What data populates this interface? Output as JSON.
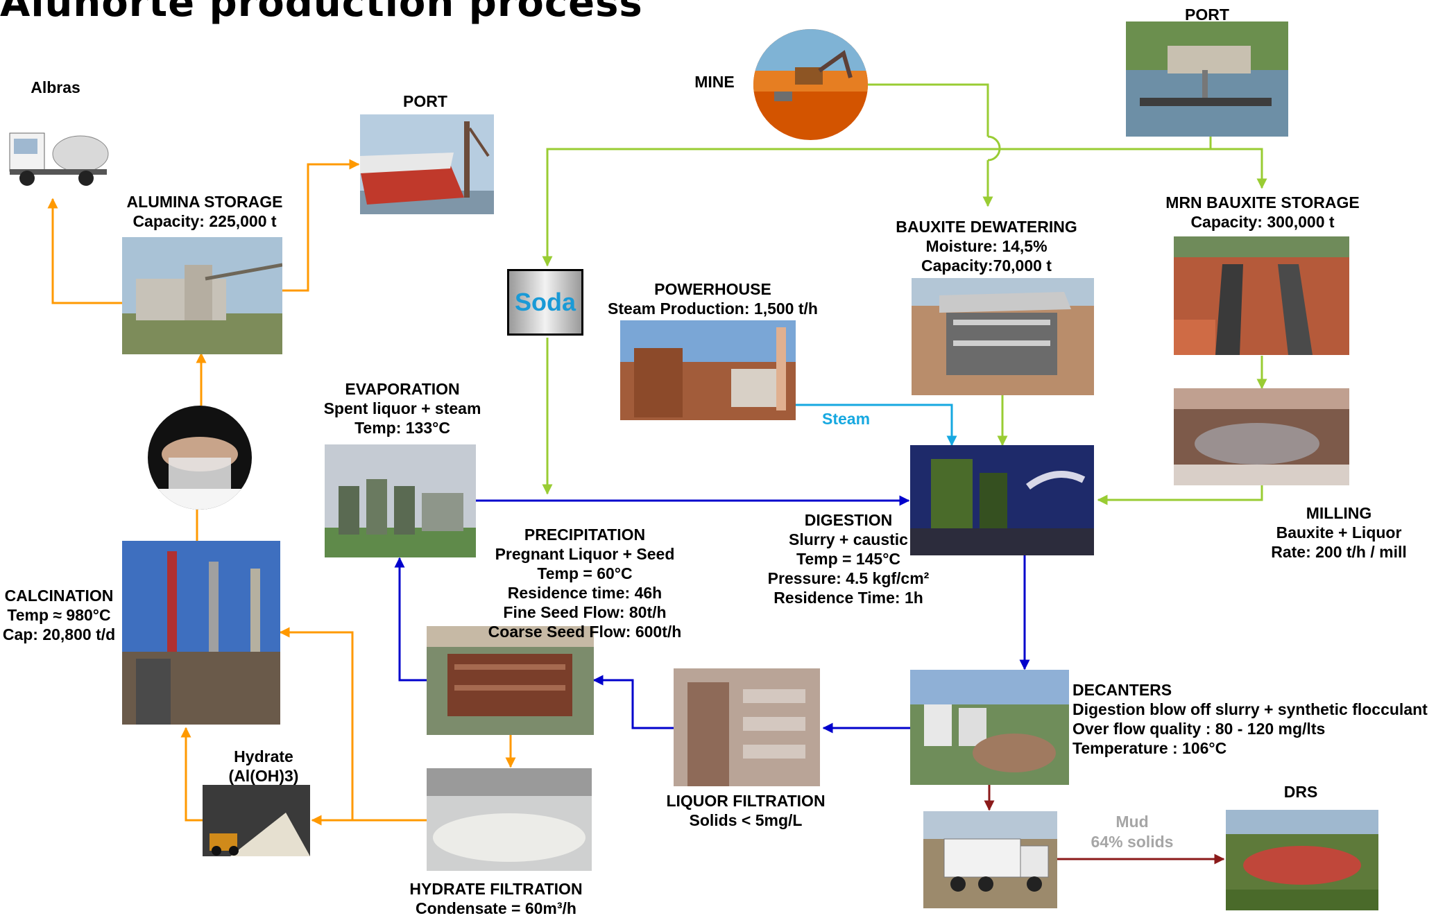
{
  "title": "Alunorte production process",
  "colors": {
    "bauxite_line": "#99cc33",
    "alumina_line": "#ff9900",
    "liquor_line": "#0000cc",
    "steam_line": "#16a8e0",
    "mud_line": "#8b1a1a"
  },
  "nodes": {
    "albras": {
      "title": "Albras"
    },
    "port_left": {
      "title": "PORT"
    },
    "port_right": {
      "title": "PORT"
    },
    "mine": {
      "title": "MINE"
    },
    "soda": {
      "title": "Soda"
    },
    "alumina_storage": {
      "title": "ALUMINA STORAGE",
      "line1": "Capacity: 225,000 t"
    },
    "mrn_storage": {
      "title": "MRN BAUXITE STORAGE",
      "line1": "Capacity: 300,000 t"
    },
    "dewatering": {
      "title": "BAUXITE DEWATERING",
      "line1": "Moisture: 14,5%",
      "line2": "Capacity:70,000 t"
    },
    "powerhouse": {
      "title": "POWERHOUSE",
      "line1": "Steam Production: 1,500 t/h"
    },
    "evaporation": {
      "title": "EVAPORATION",
      "line1": "Spent liquor + steam",
      "line2": "Temp: 133°C"
    },
    "milling": {
      "title": "MILLING",
      "line1": "Bauxite + Liquor",
      "line2": "Rate: 200 t/h / mill"
    },
    "digestion": {
      "title": "DIGESTION",
      "line1": "Slurry + caustic",
      "line2": "Temp = 145°C",
      "line3": "Pressure: 4.5 kgf/cm²",
      "line4": "Residence Time: 1h"
    },
    "precipitation": {
      "title": "PRECIPITATION",
      "line1": "Pregnant Liquor + Seed",
      "line2": "Temp = 60°C",
      "line3": "Residence time: 46h",
      "line4": "Fine Seed Flow: 80t/h",
      "line5": "Coarse Seed Flow: 600t/h"
    },
    "calcination": {
      "title": "CALCINATION",
      "line1": "Temp ≈ 980°C",
      "line2": "Cap: 20,800 t/d"
    },
    "hydrate": {
      "title": "Hydrate",
      "line1": "(Al(OH)3)"
    },
    "decanters": {
      "title": "DECANTERS",
      "line1": "Digestion blow off slurry + synthetic flocculant",
      "line2": "Over flow quality : 80 - 120 mg/lts",
      "line3": "Temperature : 106°C"
    },
    "drs": {
      "title": "DRS"
    },
    "liquor_filtration": {
      "title": "LIQUOR FILTRATION",
      "line1": "Solids < 5mg/L"
    },
    "hydrate_filtration": {
      "title": "HYDRATE FILTRATION",
      "line1": "Condensate = 60m³/h"
    }
  },
  "edge_labels": {
    "steam": "Steam",
    "mud": "Mud",
    "mud_solids": "64%  solids"
  }
}
